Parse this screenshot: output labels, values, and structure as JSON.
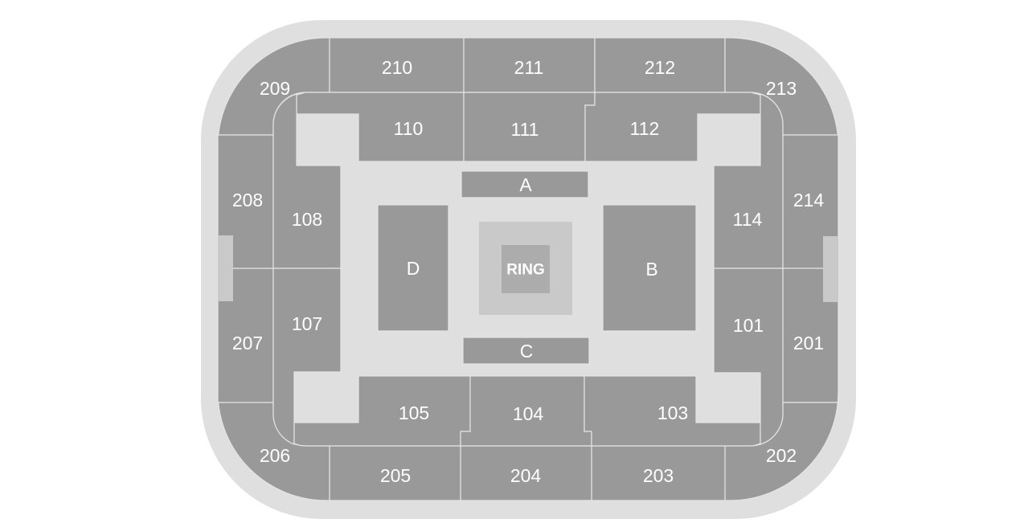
{
  "venue": {
    "colors": {
      "background": "#ffffff",
      "concourse": "#dfdfdf",
      "section": "#999999",
      "section_border": "#e4e4e4",
      "ring_apron": "#c9c9c9",
      "ring": "#acacac",
      "tunnel": "#c9c9c9",
      "label": "#ffffff"
    },
    "stage": {
      "label": "RING"
    },
    "upper_level": [
      {
        "id": "201",
        "label": "201"
      },
      {
        "id": "202",
        "label": "202"
      },
      {
        "id": "203",
        "label": "203"
      },
      {
        "id": "204",
        "label": "204"
      },
      {
        "id": "205",
        "label": "205"
      },
      {
        "id": "206",
        "label": "206"
      },
      {
        "id": "207",
        "label": "207"
      },
      {
        "id": "208",
        "label": "208"
      },
      {
        "id": "209",
        "label": "209"
      },
      {
        "id": "210",
        "label": "210"
      },
      {
        "id": "211",
        "label": "211"
      },
      {
        "id": "212",
        "label": "212"
      },
      {
        "id": "213",
        "label": "213"
      },
      {
        "id": "214",
        "label": "214"
      }
    ],
    "lower_level": [
      {
        "id": "101",
        "label": "101"
      },
      {
        "id": "103",
        "label": "103"
      },
      {
        "id": "104",
        "label": "104"
      },
      {
        "id": "105",
        "label": "105"
      },
      {
        "id": "107",
        "label": "107"
      },
      {
        "id": "108",
        "label": "108"
      },
      {
        "id": "110",
        "label": "110"
      },
      {
        "id": "111",
        "label": "111"
      },
      {
        "id": "112",
        "label": "112"
      },
      {
        "id": "114",
        "label": "114"
      }
    ],
    "floor": [
      {
        "id": "A",
        "label": "A"
      },
      {
        "id": "B",
        "label": "B"
      },
      {
        "id": "C",
        "label": "C"
      },
      {
        "id": "D",
        "label": "D"
      }
    ]
  }
}
